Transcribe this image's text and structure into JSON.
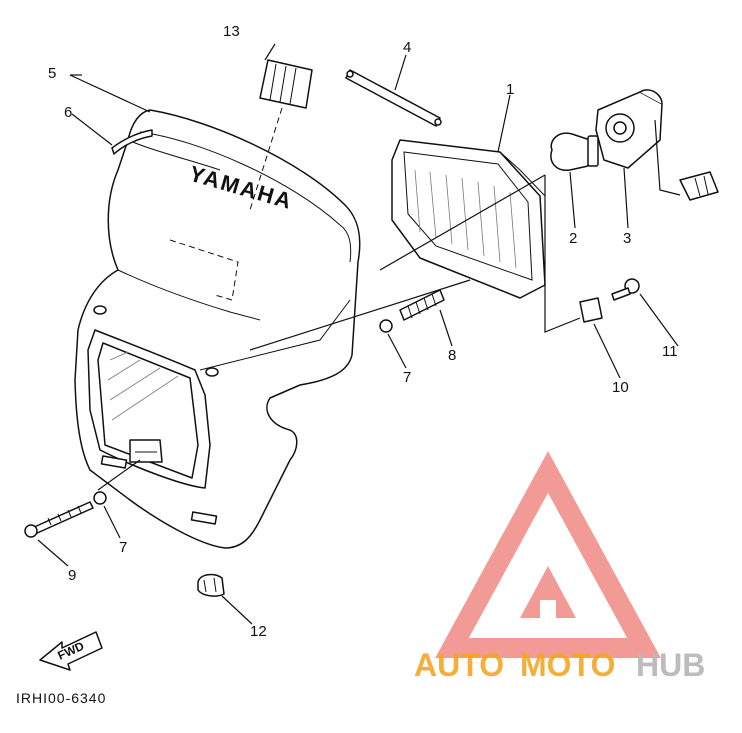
{
  "diagram": {
    "brand_lettering": "YAMAHA",
    "part_numbers": {
      "p1": "1",
      "p2": "2",
      "p3": "3",
      "p4": "4",
      "p5": "5",
      "p6": "6",
      "p7a": "7",
      "p7b": "7",
      "p8": "8",
      "p9": "9",
      "p10": "10",
      "p11": "11",
      "p12": "12",
      "p13": "13"
    },
    "direction_arrow": "FWD",
    "figure_code": "IRHI00-6340"
  },
  "watermark": {
    "brand_text": {
      "auto": "AUTO",
      "moto": "MOTO",
      "hub": "HUB"
    },
    "colors": {
      "auto": "#f5a623",
      "moto": "#f5a623",
      "hub": "#b9b9b9",
      "logo": "#f08a84"
    }
  }
}
